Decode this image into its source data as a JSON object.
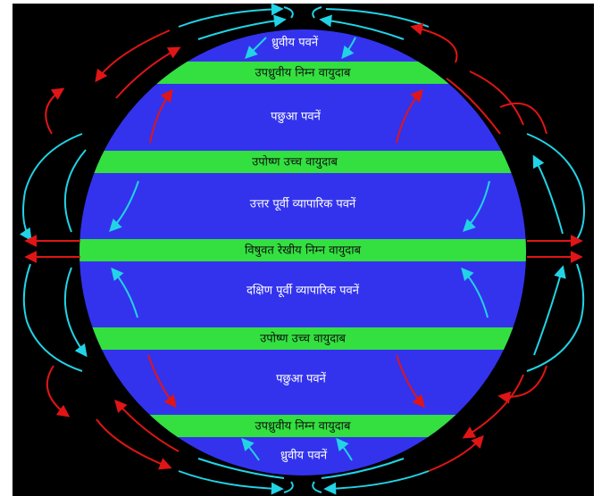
{
  "colors": {
    "background": "#000000",
    "ocean": "#3333ee",
    "pressure_belt": "#33e040",
    "cold_arrow": "#22d3e6",
    "warm_arrow": "#e01515"
  },
  "labels": {
    "polar_easterlies_north": "ध्रुवीय पवनें",
    "subpolar_low_north": "उपध्रुवीय निम्न वायुदाब",
    "westerlies_north": "पछुआ पवनें",
    "subtropical_high_north": "उपोष्ण उच्च वायुदाब",
    "ne_trades": "उत्तर पूर्वी व्यापारिक पवनें",
    "equatorial_low": "विषुवत रेखीय निम्न वायुदाब",
    "se_trades": "दक्षिण पूर्वी व्यापारिक पवनें",
    "subtropical_high_south": "उपोष्ण उच्च वायुदाब",
    "westerlies_south": "पछुआ पवनें",
    "subpolar_low_south": "उपध्रुवीय निम्न वायुदाब",
    "polar_easterlies_south": "ध्रुवीय पवनें"
  }
}
